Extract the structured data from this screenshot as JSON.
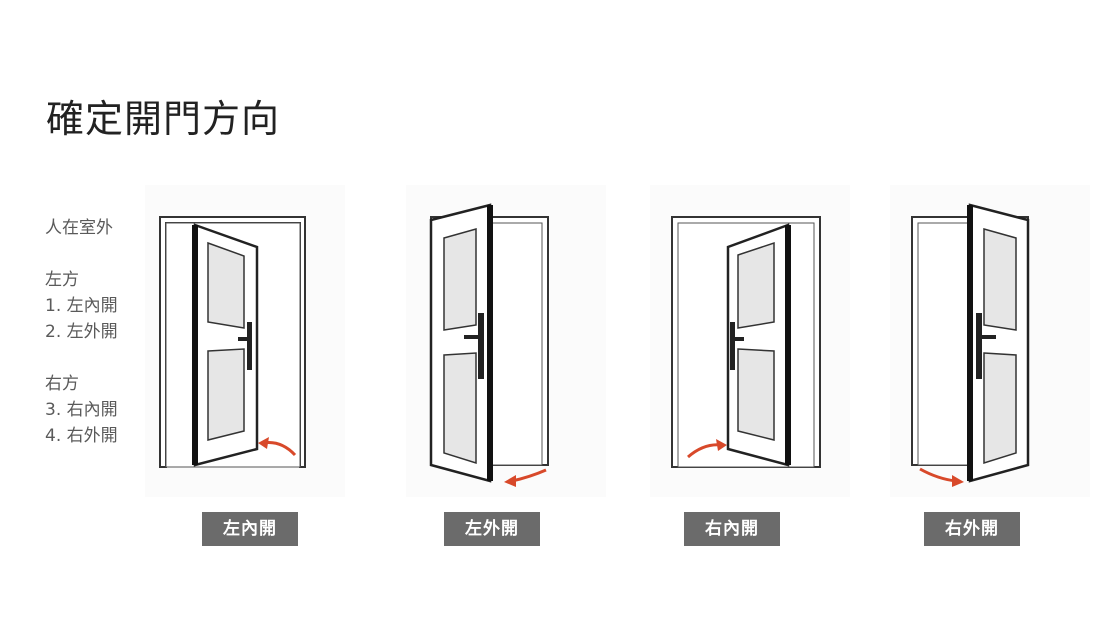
{
  "page": {
    "title": "確定開門方向"
  },
  "legend": {
    "heading": "人在室外",
    "left_group": {
      "heading": "左方",
      "items": [
        "1. 左內開",
        "2. 左外開"
      ]
    },
    "right_group": {
      "heading": "右方",
      "items": [
        "3. 右內開",
        "4. 右外開"
      ]
    }
  },
  "doors": [
    {
      "label": "左內開",
      "hinge": "left",
      "swing": "inward"
    },
    {
      "label": "左外開",
      "hinge": "left",
      "swing": "outward"
    },
    {
      "label": "右內開",
      "hinge": "right",
      "swing": "inward"
    },
    {
      "label": "右外開",
      "hinge": "right",
      "swing": "outward"
    }
  ],
  "colors": {
    "frame": "#333333",
    "arrow": "#d8492a",
    "label_bg": "#6b6b6b"
  }
}
